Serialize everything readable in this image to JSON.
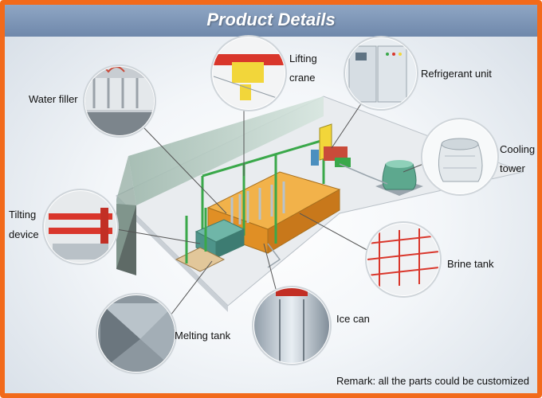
{
  "title": "Product Details",
  "labels": {
    "water_filler": "Water filler",
    "lifting_crane_1": "Lifting",
    "lifting_crane_2": "crane",
    "refrigerant_unit": "Refrigerant unit",
    "cooling_tower_1": "Cooling",
    "cooling_tower_2": "tower",
    "tilting_device_1": "Tilting",
    "tilting_device_2": "device",
    "brine_tank": "Brine tank",
    "melting_tank": "Melting tank",
    "ice_can": "Ice can"
  },
  "remark": "Remark: all the parts could be customized",
  "colors": {
    "border": "#f26a1b",
    "banner": "#7d96b8",
    "tank": "#e8a23a",
    "frame": "#3aa84a",
    "wall": "#bcd3c8"
  }
}
